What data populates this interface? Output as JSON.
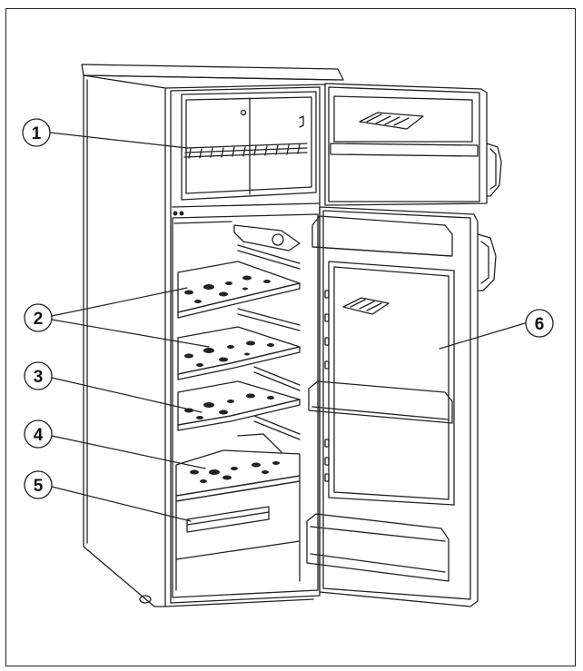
{
  "diagram": {
    "subject": "fridge-freezer-interior",
    "callouts": [
      {
        "id": "c1",
        "label": "1"
      },
      {
        "id": "c2",
        "label": "2"
      },
      {
        "id": "c3",
        "label": "3"
      },
      {
        "id": "c4",
        "label": "4"
      },
      {
        "id": "c5",
        "label": "5"
      },
      {
        "id": "c6",
        "label": "6"
      }
    ]
  }
}
